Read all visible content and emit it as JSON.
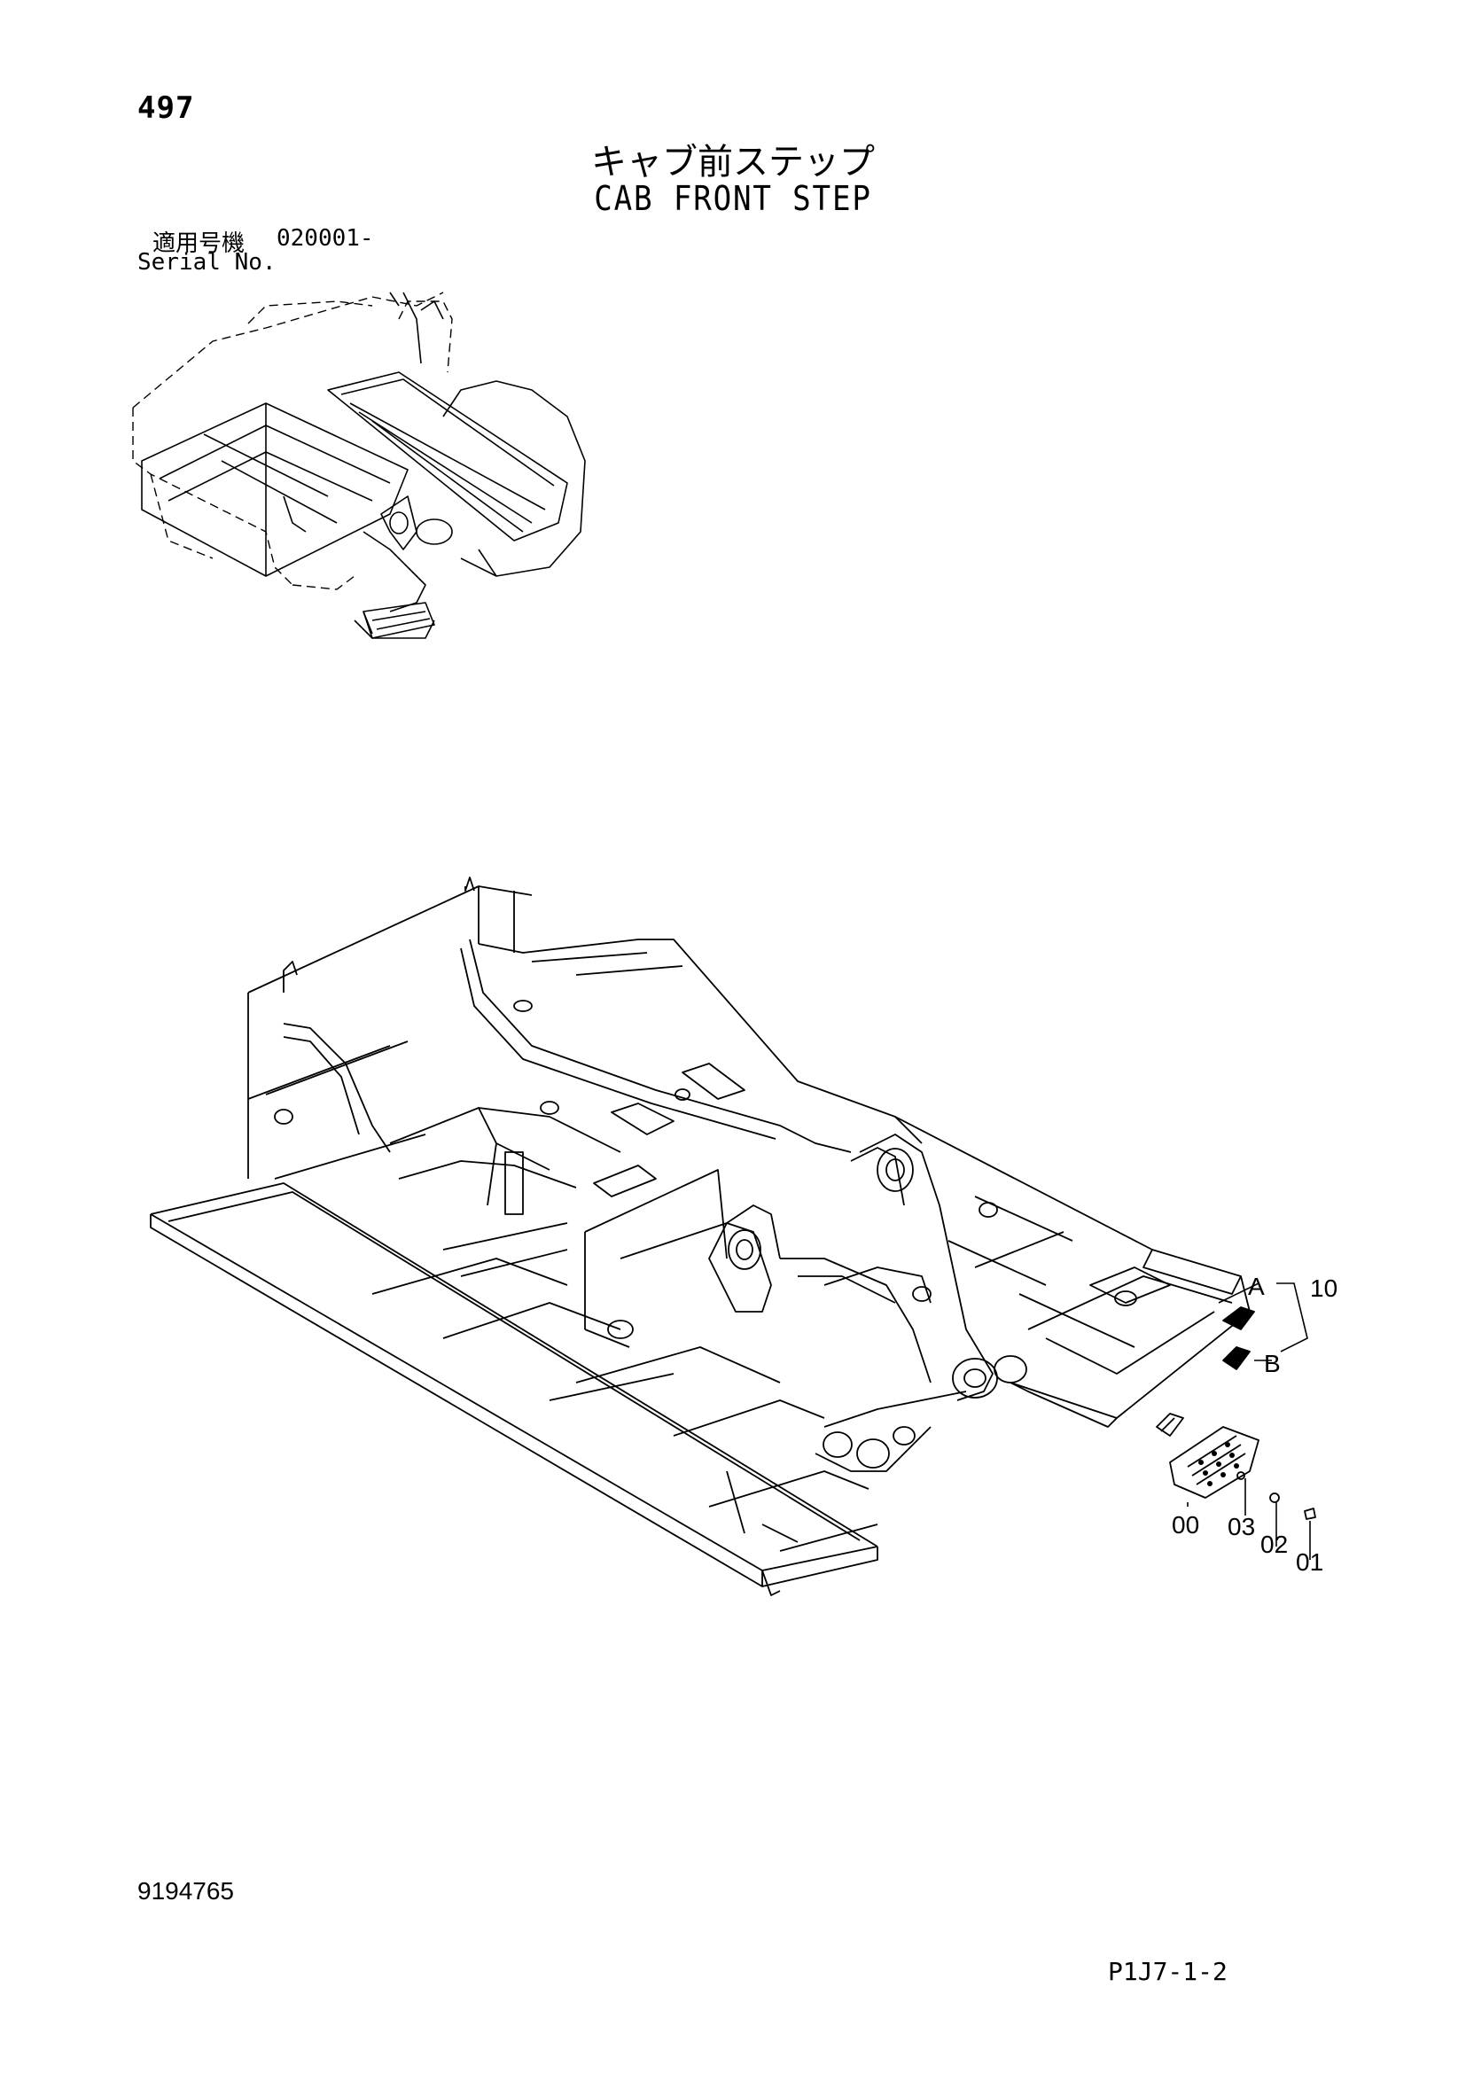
{
  "page_number": "497",
  "title_jp": "キャブ前ステップ",
  "title_en": "CAB FRONT STEP",
  "serial": {
    "label_jp": "適用号機",
    "value": "020001-",
    "label_en": "Serial No."
  },
  "callouts": {
    "a": "A",
    "b": "B",
    "p10": "10",
    "p00": "00",
    "p03": "03",
    "p02": "02",
    "p01": "01"
  },
  "doc_number": "9194765",
  "page_code": "P1J7-1-2"
}
